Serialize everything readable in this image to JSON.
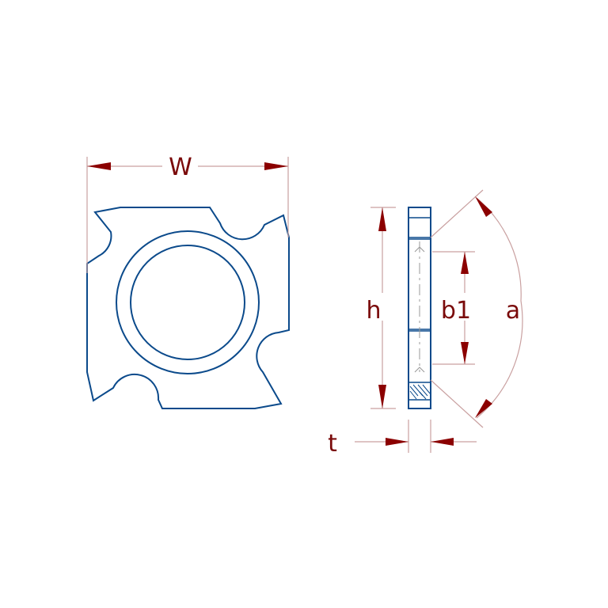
{
  "labels": {
    "width": "W",
    "height": "h",
    "thickness": "t",
    "b1": "b1",
    "angle": "a"
  },
  "colors": {
    "part_outline": "#0b4a8b",
    "dimension_line": "#c9a0a0",
    "arrow": "#8b0000",
    "label": "#7a0a0a",
    "center_line": "#999999",
    "background": "#ffffff"
  }
}
